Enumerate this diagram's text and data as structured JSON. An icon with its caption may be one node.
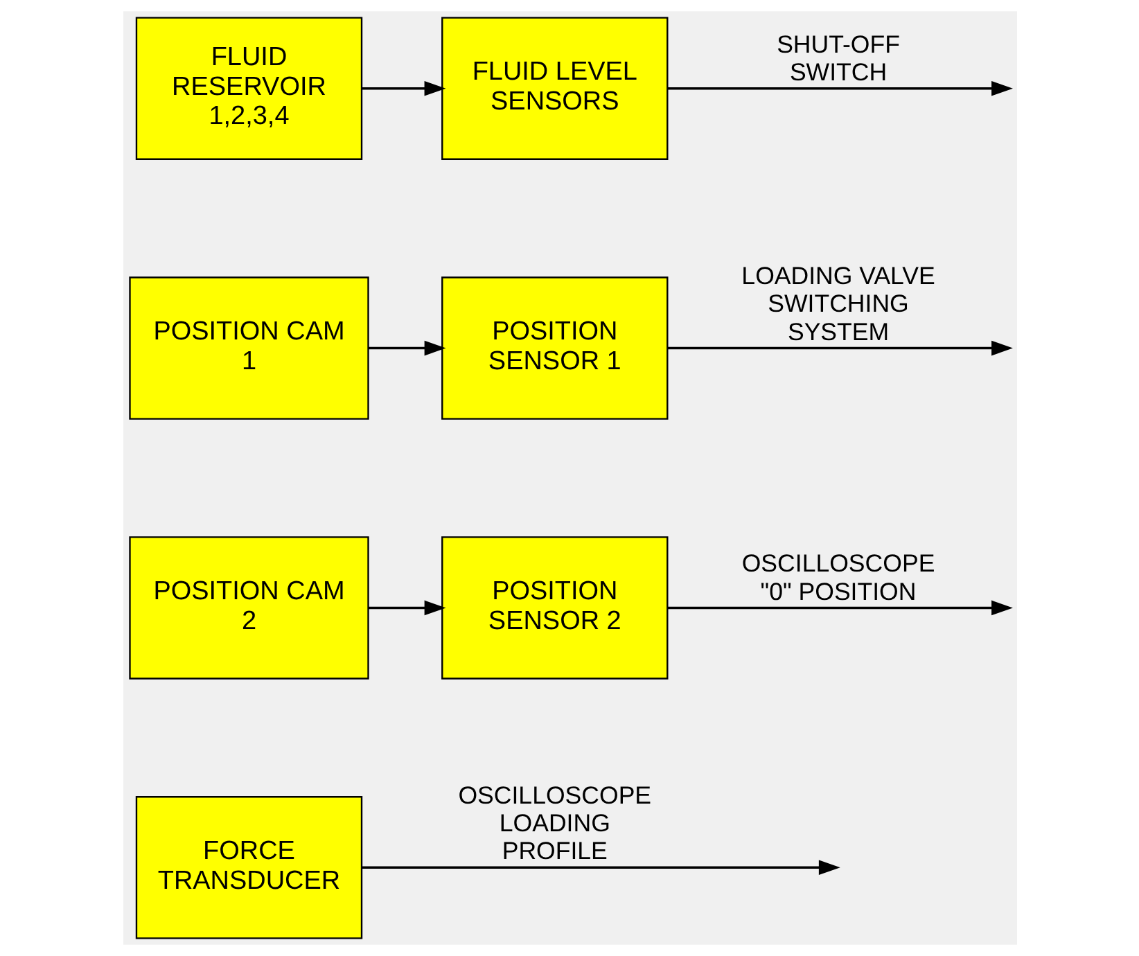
{
  "diagram": {
    "nodes": [
      {
        "text": [
          "FLUID RESERVOIR 1,2,3,4"
        ]
      },
      {
        "text": [
          "FLUID LEVEL SENSORS"
        ]
      },
      {
        "text": [
          "POSITION CAM 1"
        ]
      },
      {
        "text": [
          "POSITION SENSOR 1"
        ]
      },
      {
        "text": [
          "POSITION CAM 2"
        ]
      },
      {
        "text": [
          "POSITION SENSOR 2"
        ]
      },
      {
        "text": [
          "FORCE TRANSDUCER"
        ]
      }
    ],
    "edges": [
      {
        "from": 0,
        "to": 1,
        "arrow": "to"
      },
      {
        "from": 1,
        "to": null,
        "arrow": "to",
        "label": "SHUT-OFF SWITCH"
      },
      {
        "from": 2,
        "to": 3,
        "arrow": "to"
      },
      {
        "from": 3,
        "to": null,
        "arrow": "to",
        "label": "LOADING VALVE SWITCHING SYSTEM"
      },
      {
        "from": 4,
        "to": 5,
        "arrow": "to"
      },
      {
        "from": 5,
        "to": null,
        "arrow": "to",
        "label": "OSCILLOSCOPE \"0\" POSITION"
      },
      {
        "from": 6,
        "to": null,
        "arrow": "to",
        "label": "OSCILLOSCOPE LOADING PROFILE"
      }
    ]
  }
}
